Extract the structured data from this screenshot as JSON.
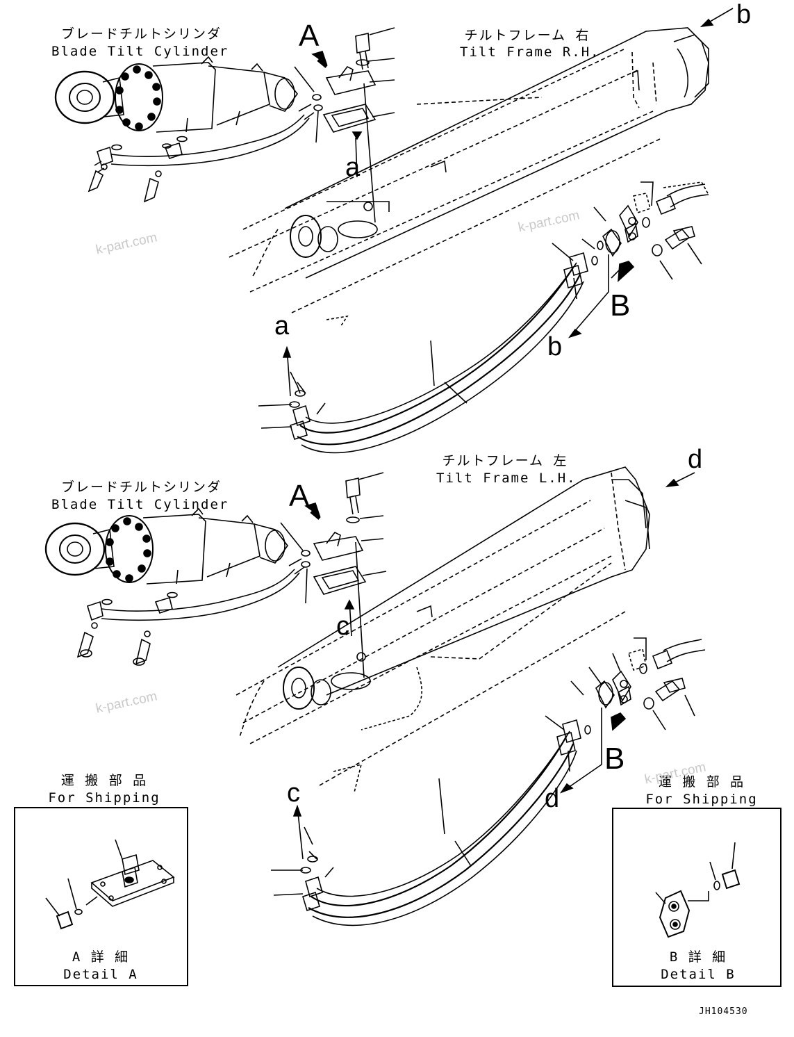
{
  "drawing_code": "JH104530",
  "watermark": "k-part.com",
  "upper": {
    "cylinder_jp": "ブレードチルトシリンダ",
    "cylinder_en": "Blade Tilt Cylinder",
    "frame_jp": "チルトフレーム 右",
    "frame_en": "Tilt Frame R.H.",
    "view_a": "A",
    "view_b": "B",
    "refs": [
      "a",
      "a",
      "b",
      "b"
    ]
  },
  "lower": {
    "cylinder_jp": "ブレードチルトシリンダ",
    "cylinder_en": "Blade Tilt Cylinder",
    "frame_jp": "チルトフレーム 左",
    "frame_en": "Tilt Frame L.H.",
    "view_a": "A",
    "view_b": "B",
    "refs": [
      "c",
      "c",
      "d",
      "d"
    ]
  },
  "detail_a": {
    "shipping_jp": "運 搬 部 品",
    "shipping_en": "For Shipping",
    "title_jp": "A 詳 細",
    "title_en": "Detail A"
  },
  "detail_b": {
    "shipping_jp": "運 搬 部 品",
    "shipping_en": "For Shipping",
    "title_jp": "B 詳 細",
    "title_en": "Detail B"
  }
}
